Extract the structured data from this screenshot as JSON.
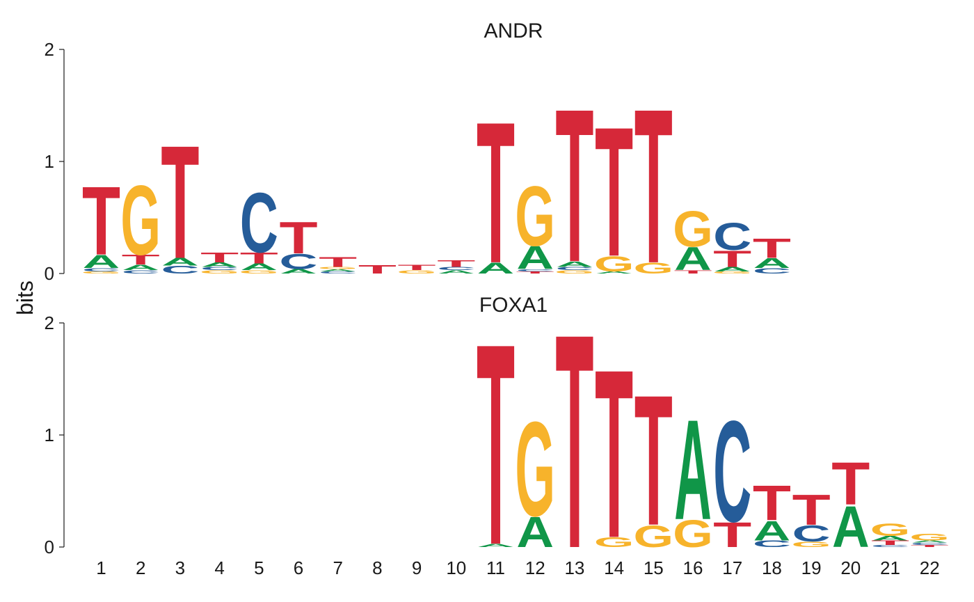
{
  "chart_data": {
    "type": "sequence-logo",
    "ylabel": "bits",
    "ylim": [
      0,
      2
    ],
    "yticks": [
      "0",
      "1",
      "2"
    ],
    "xticks": [
      "1",
      "2",
      "3",
      "4",
      "5",
      "6",
      "7",
      "8",
      "9",
      "10",
      "11",
      "12",
      "13",
      "14",
      "15",
      "16",
      "17",
      "18",
      "19",
      "20",
      "21",
      "22"
    ],
    "colors": {
      "A": "#109648",
      "C": "#255C99",
      "G": "#F7B32B",
      "T": "#D62839"
    },
    "panels": [
      {
        "title": "ANDR",
        "positions": [
          [
            [
              "G",
              0.02
            ],
            [
              "C",
              0.03
            ],
            [
              "A",
              0.12
            ],
            [
              "T",
              0.63
            ]
          ],
          [
            [
              "C",
              0.03
            ],
            [
              "A",
              0.05
            ],
            [
              "T",
              0.09
            ],
            [
              "G",
              0.64
            ]
          ],
          [
            [
              "C",
              0.07
            ],
            [
              "A",
              0.07
            ],
            [
              "T",
              1.04
            ]
          ],
          [
            [
              "G",
              0.03
            ],
            [
              "C",
              0.03
            ],
            [
              "A",
              0.04
            ],
            [
              "T",
              0.09
            ]
          ],
          [
            [
              "G",
              0.03
            ],
            [
              "A",
              0.06
            ],
            [
              "T",
              0.1
            ],
            [
              "C",
              0.55
            ]
          ],
          [
            [
              "A",
              0.04
            ],
            [
              "C",
              0.14
            ],
            [
              "T",
              0.29
            ]
          ],
          [
            [
              "C",
              0.02
            ],
            [
              "A",
              0.02
            ],
            [
              "G",
              0.02
            ],
            [
              "T",
              0.09
            ]
          ],
          [
            [
              "T",
              0.08
            ]
          ],
          [
            [
              "G",
              0.03
            ],
            [
              "T",
              0.05
            ]
          ],
          [
            [
              "A",
              0.03
            ],
            [
              "C",
              0.03
            ],
            [
              "T",
              0.06
            ]
          ],
          [
            [
              "A",
              0.1
            ],
            [
              "T",
              1.3
            ]
          ],
          [
            [
              "T",
              0.02
            ],
            [
              "C",
              0.02
            ],
            [
              "A",
              0.21
            ],
            [
              "G",
              0.55
            ]
          ],
          [
            [
              "G",
              0.03
            ],
            [
              "C",
              0.03
            ],
            [
              "A",
              0.05
            ],
            [
              "T",
              1.41
            ]
          ],
          [
            [
              "A",
              0.02
            ],
            [
              "G",
              0.14
            ],
            [
              "T",
              1.19
            ]
          ],
          [
            [
              "G",
              0.1
            ],
            [
              "T",
              1.42
            ]
          ],
          [
            [
              "T",
              0.03
            ],
            [
              "A",
              0.21
            ],
            [
              "G",
              0.33
            ]
          ],
          [
            [
              "G",
              0.02
            ],
            [
              "A",
              0.04
            ],
            [
              "T",
              0.15
            ],
            [
              "C",
              0.25
            ]
          ],
          [
            [
              "C",
              0.05
            ],
            [
              "A",
              0.09
            ],
            [
              "T",
              0.18
            ]
          ],
          [],
          [],
          [],
          []
        ]
      },
      {
        "title": "FOXA1",
        "positions": [
          [],
          [],
          [],
          [],
          [],
          [],
          [],
          [],
          [],
          [],
          [
            [
              "A",
              0.03
            ],
            [
              "T",
              1.85
            ]
          ],
          [
            [
              "A",
              0.28
            ],
            [
              "G",
              0.87
            ]
          ],
          [
            [
              "T",
              1.97
            ]
          ],
          [
            [
              "G",
              0.09
            ],
            [
              "T",
              1.55
            ]
          ],
          [
            [
              "G",
              0.2
            ],
            [
              "T",
              1.2
            ]
          ],
          [
            [
              "G",
              0.25
            ],
            [
              "A",
              0.92
            ]
          ],
          [
            [
              "T",
              0.23
            ],
            [
              "C",
              0.93
            ]
          ],
          [
            [
              "C",
              0.06
            ],
            [
              "A",
              0.18
            ],
            [
              "T",
              0.32
            ]
          ],
          [
            [
              "G",
              0.05
            ],
            [
              "C",
              0.15
            ],
            [
              "T",
              0.28
            ]
          ],
          [
            [
              "A",
              0.38
            ],
            [
              "T",
              0.39
            ]
          ],
          [
            [
              "C",
              0.02
            ],
            [
              "T",
              0.04
            ],
            [
              "A",
              0.04
            ],
            [
              "G",
              0.11
            ]
          ],
          [
            [
              "T",
              0.02
            ],
            [
              "C",
              0.02
            ],
            [
              "A",
              0.02
            ],
            [
              "G",
              0.06
            ]
          ]
        ]
      }
    ]
  }
}
